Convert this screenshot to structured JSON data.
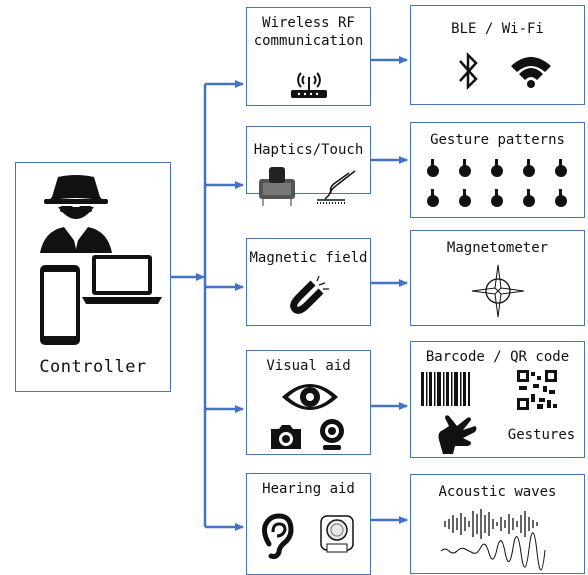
{
  "controller": {
    "label": "Controller"
  },
  "channels": [
    {
      "label": "Wireless RF\ncommunication",
      "output": "BLE / Wi-Fi"
    },
    {
      "label": "Haptics/Touch",
      "output": "Gesture patterns"
    },
    {
      "label": "Magnetic field",
      "output": "Magnetometer"
    },
    {
      "label": "Visual aid",
      "output": "Barcode / QR code",
      "output_sub": "Gestures"
    },
    {
      "label": "Hearing aid",
      "output": "Acoustic waves"
    }
  ],
  "colors": {
    "border": "#4a74b4",
    "arrow": "#4472c4",
    "icon": "#111111"
  }
}
